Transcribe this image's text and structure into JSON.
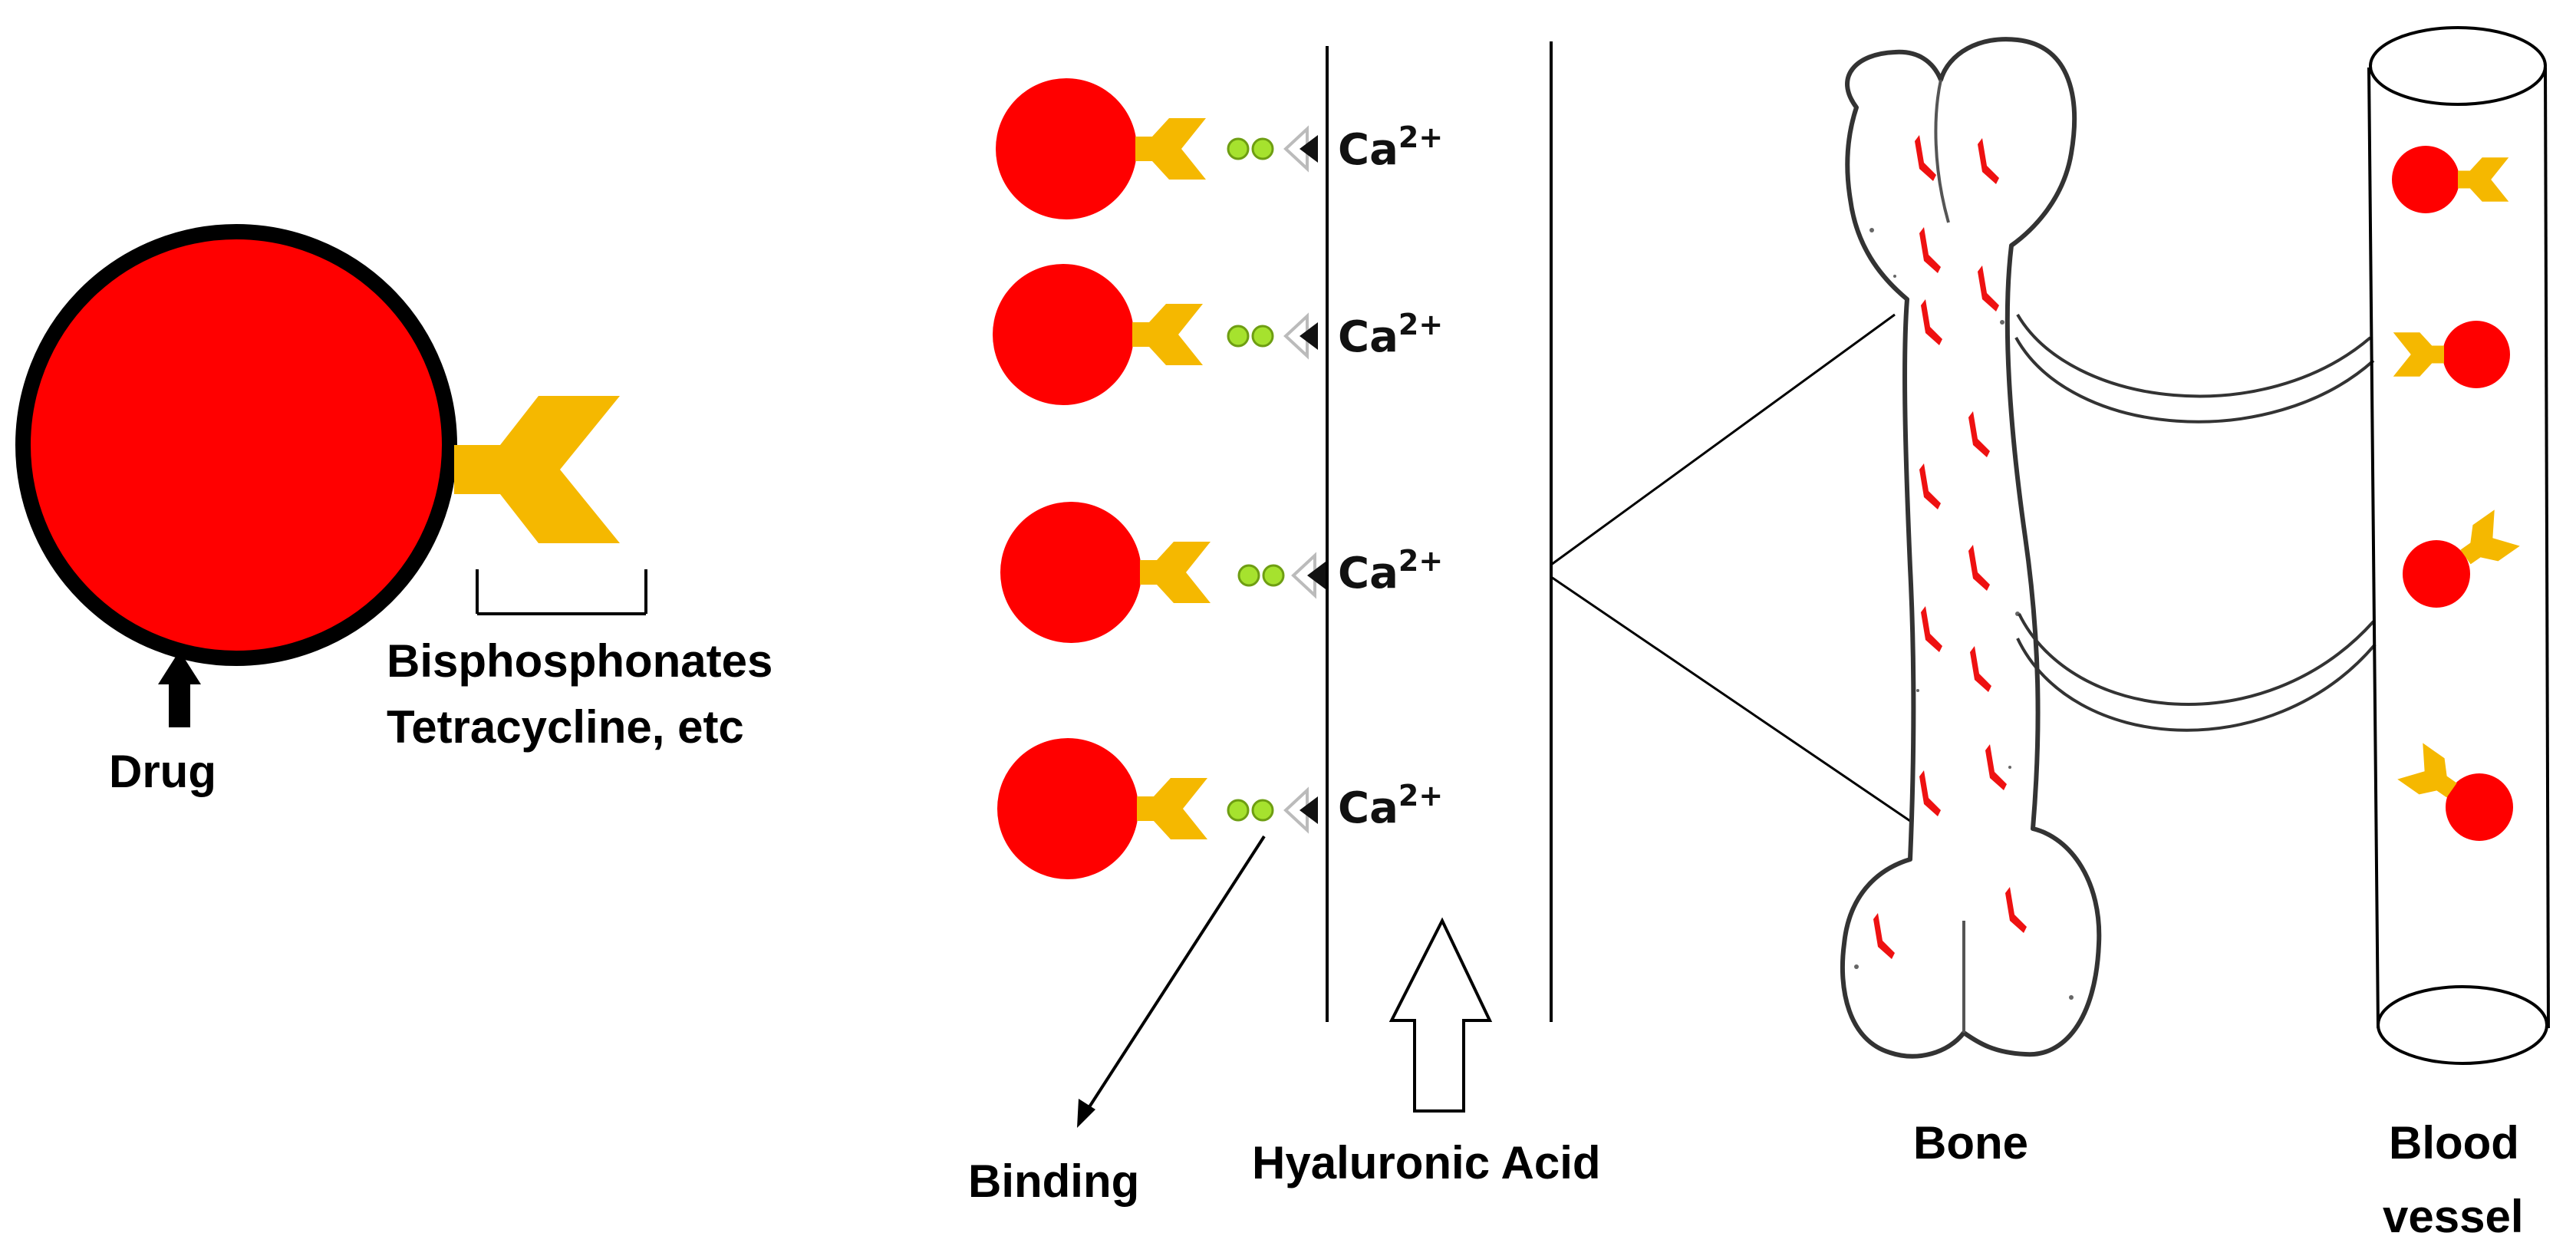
{
  "colors": {
    "drug": "#ff0000",
    "ligand": "#f5b800",
    "binding_dot": "#a6e22e",
    "outline": "#000000",
    "bone_mark": "#ee1111"
  },
  "labels": {
    "drug": "Drug",
    "ligand_line1": "Bisphosphonates",
    "ligand_line2": "Tetracycline, etc",
    "calcium_base": "Ca",
    "calcium_charge": "2+",
    "binding": "Binding",
    "hyaluronic_acid": "Hyaluronic Acid",
    "bone": "Bone",
    "blood_vessel_line1": "Blood",
    "blood_vessel_line2": "vessel"
  },
  "icons": {
    "drug_pointer": "up-arrow-icon",
    "binding_pointer": "diagonal-arrow-icon",
    "hyaluronic_pointer": "hollow-up-arrow-icon"
  }
}
